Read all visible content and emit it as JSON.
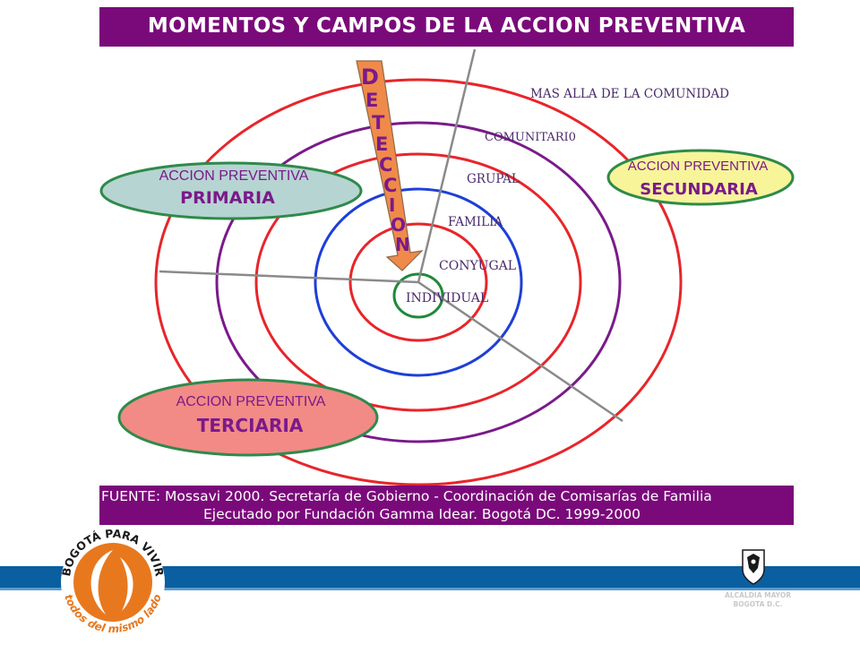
{
  "title": "MOMENTOS Y CAMPOS DE LA ACCION PREVENTIVA",
  "rings": [
    {
      "label": "MAS ALLA DE LA COMUNIDAD",
      "color": "#e8252a"
    },
    {
      "label": "COMUNITARI0",
      "color": "#7a1a8a"
    },
    {
      "label": "GRUPAL",
      "color": "#e8252a"
    },
    {
      "label": "FAMILIA",
      "color": "#1e3fd8"
    },
    {
      "label": "CONYUGAL",
      "color": "#e8252a"
    },
    {
      "label": "INDIVIDUAL",
      "color": "#1c8a3a"
    }
  ],
  "detection_letters": [
    "D",
    "E",
    "T",
    "E",
    "C",
    "C",
    "I",
    "O",
    "N"
  ],
  "badges": {
    "primaria": {
      "line1": "ACCION PREVENTIVA",
      "line2": "PRIMARIA",
      "fill": "#b6d4d2"
    },
    "secundaria": {
      "line1": "ACCION PREVENTIVA",
      "line2": "SECUNDARIA",
      "fill": "#f8f49a"
    },
    "terciaria": {
      "line1": "ACCION PREVENTIVA",
      "line2": "TERCIARIA",
      "fill": "#f28a86"
    }
  },
  "source": {
    "line1": "FUENTE: Mossavi 2000. Secretaría de Gobierno - Coordinación de Comisarías de Familia",
    "line2": "Ejecutado por Fundación Gamma Idear. Bogotá DC. 1999-2000"
  },
  "logo": {
    "top_text": "BOGOTÁ PARA VIVIR",
    "bottom_text": "todos del mismo lado"
  },
  "alcaldia": {
    "line1": "ALCALDIA MAYOR",
    "line2": "BOGOTA D.C."
  },
  "colors": {
    "title_bar": "#7a0a7a",
    "arrow": "#f08a4a",
    "band": "#0a5fa0",
    "logo_orange": "#e8781e"
  }
}
